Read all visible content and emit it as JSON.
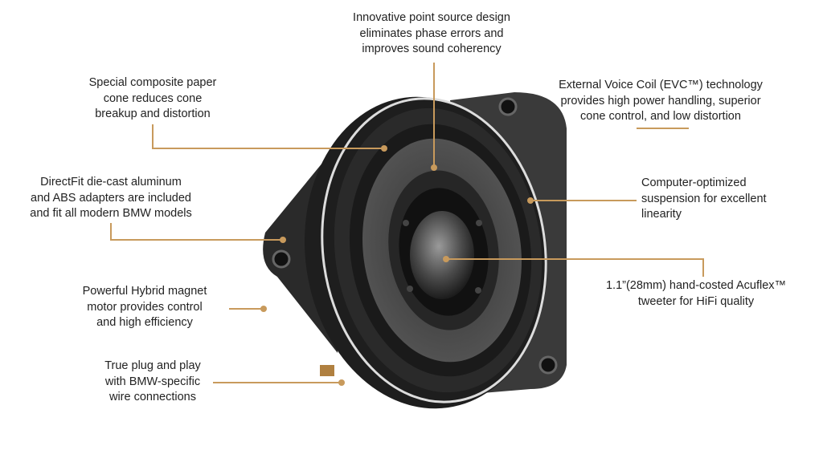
{
  "accent_color": "#c89a5c",
  "callouts": {
    "point_source": [
      "Innovative point source design",
      "eliminates phase errors and",
      "improves sound coherency"
    ],
    "paper_cone": [
      "Special composite paper",
      "cone reduces cone",
      "breakup and distortion"
    ],
    "evc": [
      "External Voice Coil (EVC™) technology",
      "provides high power handling, superior",
      "cone control, and low distortion"
    ],
    "suspension": [
      "Computer-optimized",
      "suspension for excellent",
      "linearity"
    ],
    "directfit": [
      "DirectFit die-cast aluminum",
      "and ABS adapters are included",
      "and fit all modern BMW models"
    ],
    "tweeter": [
      "1.1”(28mm) hand-costed Acuflex™",
      "tweeter for HiFi quality"
    ],
    "magnet": [
      "Powerful Hybrid magnet",
      "motor provides control",
      "and high efficiency"
    ],
    "plug": [
      "True plug and play",
      "with BMW-specific",
      "wire connections"
    ]
  }
}
